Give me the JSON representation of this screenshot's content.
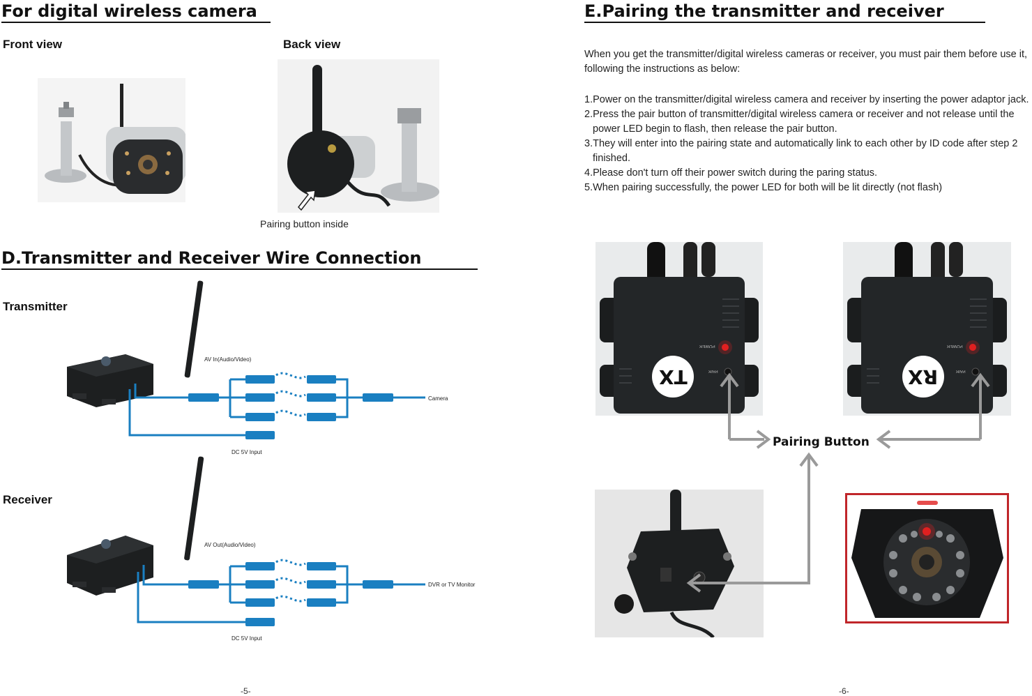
{
  "left_page": {
    "camera_heading": "For digital wireless camera",
    "front_view_label": "Front view",
    "back_view_label": "Back view",
    "pairing_button_caption": "Pairing button inside",
    "wiring_heading": "D.Transmitter and Receiver Wire Connection",
    "transmitter": {
      "label": "Transmitter",
      "av_label": "AV In(Audio/Video)",
      "output_label": "Camera",
      "dc_label": "DC 5V Input"
    },
    "receiver": {
      "label": "Receiver",
      "av_label": "AV Out(Audio/Video)",
      "output_label": "DVR or TV Monitor",
      "dc_label": "DC 5V Input"
    },
    "page_number": "-5-"
  },
  "right_page": {
    "heading": "E.Pairing the transmitter and receiver",
    "intro": "When you get the transmitter/digital wireless cameras or receiver, you must pair them before use it, following the instructions as below:",
    "steps": [
      "1.Power on the transmitter/digital wireless camera and receiver by inserting the power adaptor jack.",
      "2.Press the pair button of transmitter/digital wireless camera or receiver and not release until the power LED begin to flash, then release the pair button.",
      "3.They will enter into the pairing state and automatically link to each other by ID code after step 2 finished.",
      "4.Please don't turn off their power switch during the paring status.",
      "5.When pairing successfully, the power LED for both will be lit directly (not flash)"
    ],
    "tx_badge": "TX",
    "rx_badge": "RX",
    "power_led_label": "POWER",
    "pair_label": "PAIR",
    "pairing_button_label": "Pairing Button",
    "page_number": "-6-"
  },
  "colors": {
    "cable_blue": "#1a7fc1",
    "arrow_gray": "#9a9a9a",
    "device_black": "#1d1f20",
    "led_red": "#e02020"
  }
}
